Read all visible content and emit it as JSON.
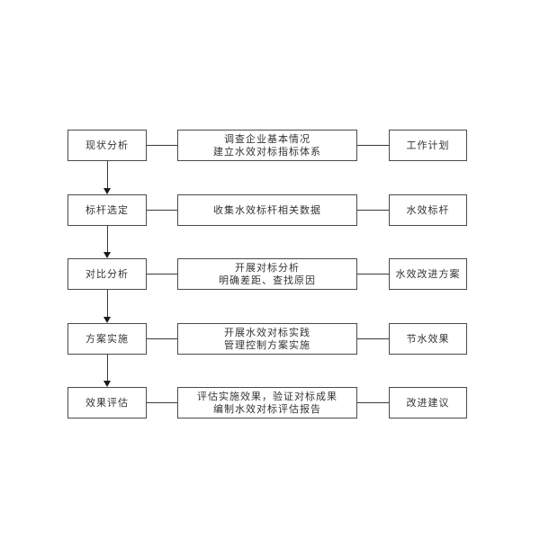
{
  "colors": {
    "background": "#ffffff",
    "box_border": "#4a4a4a",
    "text": "#333333",
    "connector": "#3a3a3a",
    "arrowhead": "#1a1a1a"
  },
  "flow": {
    "rows": [
      {
        "stage": "现状分析",
        "task_lines": [
          "调查企业基本情况",
          "建立水效对标指标体系"
        ],
        "output": "工作计划"
      },
      {
        "stage": "标杆选定",
        "task_lines": [
          "收集水效标杆相关数据"
        ],
        "output": "水效标杆"
      },
      {
        "stage": "对比分析",
        "task_lines": [
          "开展对标分析",
          "明确差距、查找原因"
        ],
        "output": "水效改进方案"
      },
      {
        "stage": "方案实施",
        "task_lines": [
          "开展水效对标实践",
          "管理控制方案实施"
        ],
        "output": "节水效果"
      },
      {
        "stage": "效果评估",
        "task_lines": [
          "评估实施效果，验证对标成果",
          "编制水效对标评估报告"
        ],
        "output": "改进建议"
      }
    ]
  }
}
